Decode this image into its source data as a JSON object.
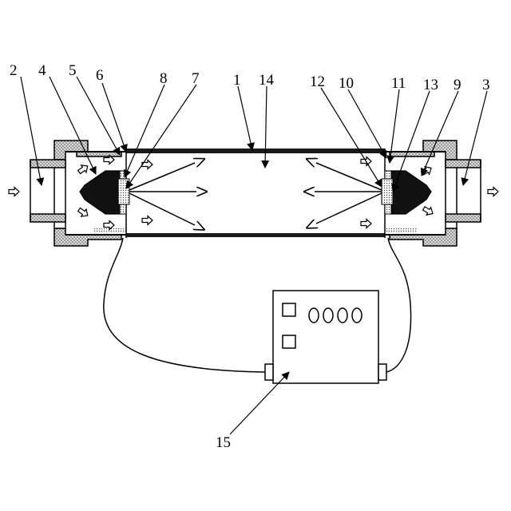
{
  "labels": {
    "l1": "1",
    "l2": "2",
    "l3": "3",
    "l4": "4",
    "l5": "5",
    "l6": "6",
    "l7": "7",
    "l8": "8",
    "l9": "9",
    "l10": "10",
    "l11": "11",
    "l12": "12",
    "l13": "13",
    "l14": "14",
    "l15": "15"
  },
  "colors": {
    "ink": "#000000",
    "hatch": "#6a6a6a",
    "paper": "#ffffff"
  }
}
